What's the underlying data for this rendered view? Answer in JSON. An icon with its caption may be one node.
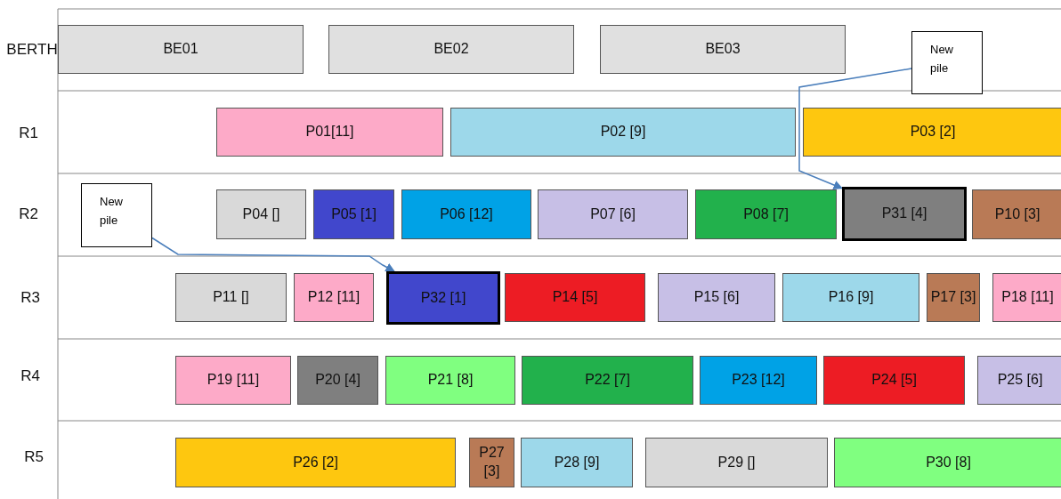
{
  "diagram": {
    "nodes": [
      {
        "text": [
          "BE01"
        ]
      },
      {
        "text": [
          "BE02"
        ]
      },
      {
        "text": [
          "BE03"
        ]
      },
      {
        "text": [
          "New pile"
        ]
      },
      {
        "text": [
          "P01[11]"
        ]
      },
      {
        "text": [
          "P02 [9]"
        ]
      },
      {
        "text": [
          "P03 [2]"
        ]
      },
      {
        "text": [
          "New pile"
        ]
      },
      {
        "text": [
          "P04 []"
        ]
      },
      {
        "text": [
          "P05 [1]"
        ]
      },
      {
        "text": [
          "P06 [12]"
        ]
      },
      {
        "text": [
          "P07 [6]"
        ]
      },
      {
        "text": [
          "P08 [7]"
        ]
      },
      {
        "text": [
          "P31 [4]"
        ]
      },
      {
        "text": [
          "P10 [3]"
        ]
      },
      {
        "text": [
          "P11 []"
        ]
      },
      {
        "text": [
          "P12 [11]"
        ]
      },
      {
        "text": [
          "P32 [1]"
        ]
      },
      {
        "text": [
          "P14 [5]"
        ]
      },
      {
        "text": [
          "P15 [6]"
        ]
      },
      {
        "text": [
          "P16 [9]"
        ]
      },
      {
        "text": [
          "P17 [3]"
        ]
      },
      {
        "text": [
          "P18 [11]"
        ]
      },
      {
        "text": [
          "P19 [11]"
        ]
      },
      {
        "text": [
          "P20 [4]"
        ]
      },
      {
        "text": [
          "P21 [8]"
        ]
      },
      {
        "text": [
          "P22 [7]"
        ]
      },
      {
        "text": [
          "P23 [12]"
        ]
      },
      {
        "text": [
          "P24 [5]"
        ]
      },
      {
        "text": [
          "P25 [6]"
        ]
      },
      {
        "text": [
          "P26 [2]"
        ]
      },
      {
        "text": [
          "P27 [3]"
        ]
      },
      {
        "text": [
          "P28 [9]"
        ]
      },
      {
        "text": [
          "P29 []"
        ]
      },
      {
        "text": [
          "P30 [8]"
        ]
      }
    ],
    "edges": [
      {
        "from": 3,
        "to": 13,
        "arrow": "to"
      },
      {
        "from": 7,
        "to": 17,
        "arrow": "to"
      }
    ],
    "labels": [
      "BERTH",
      "R1",
      "R2",
      "R3",
      "R4",
      "R5"
    ]
  }
}
